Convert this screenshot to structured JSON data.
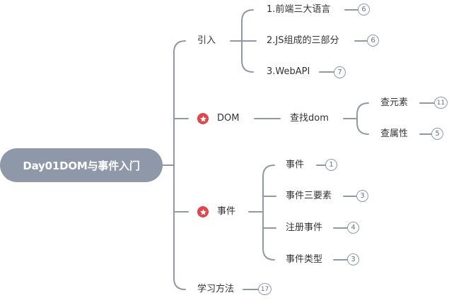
{
  "root": {
    "label": "Day01DOM与事件入门"
  },
  "branches": {
    "intro": {
      "label": "引入",
      "children": [
        {
          "label": "1.前端三大语言",
          "count": "6"
        },
        {
          "label": "2.JS组成的三部分",
          "count": "6"
        },
        {
          "label": "3.WebAPI",
          "count": "7"
        }
      ]
    },
    "dom": {
      "label": "DOM",
      "icon": "star-icon",
      "child": {
        "label": "查找dom",
        "children": [
          {
            "label": "查元素",
            "count": "11"
          },
          {
            "label": "查属性",
            "count": "5"
          }
        ]
      }
    },
    "event": {
      "label": "事件",
      "icon": "star-icon",
      "children": [
        {
          "label": "事件",
          "count": "1"
        },
        {
          "label": "事件三要素",
          "count": "3"
        },
        {
          "label": "注册事件",
          "count": "4"
        },
        {
          "label": "事件类型",
          "count": "3"
        }
      ]
    },
    "method": {
      "label": "学习方法",
      "count": "17"
    }
  },
  "colors": {
    "line": "#8e98a8",
    "root_bg": "#8e98a8",
    "star": "#e0474c",
    "text": "#333333"
  }
}
